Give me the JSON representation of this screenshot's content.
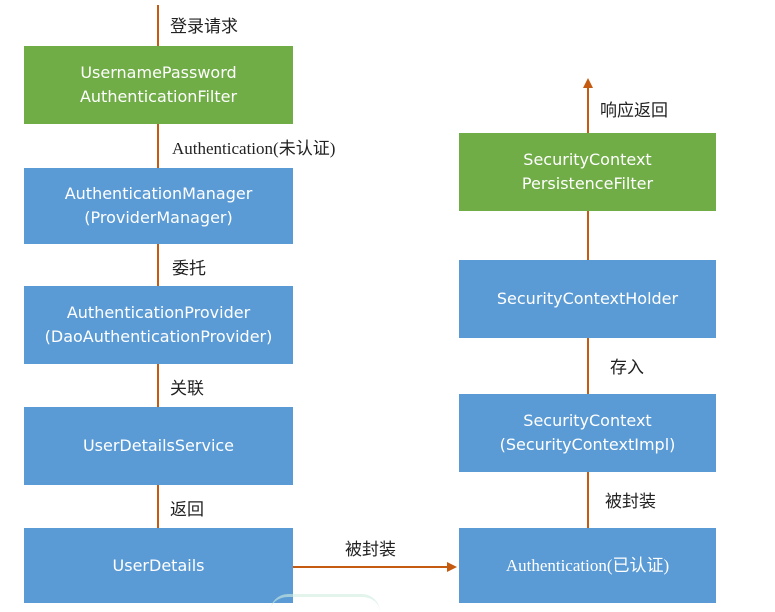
{
  "left_column": {
    "boxes": [
      {
        "lines": [
          "UsernamePassword",
          "AuthenticationFilter"
        ],
        "color": "#70ad47"
      },
      {
        "lines": [
          "AuthenticationManager",
          "(ProviderManager)"
        ],
        "color": "#5b9bd5"
      },
      {
        "lines": [
          "AuthenticationProvider",
          "(DaoAuthenticationProvider)"
        ],
        "color": "#5b9bd5"
      },
      {
        "lines": [
          "UserDetailsService"
        ],
        "color": "#5b9bd5"
      },
      {
        "lines": [
          "UserDetails"
        ],
        "color": "#5b9bd5"
      }
    ],
    "labels": [
      "登录请求",
      "Authentication(未认证)",
      "委托",
      "关联",
      "返回"
    ]
  },
  "right_column": {
    "boxes": [
      {
        "lines": [
          "SecurityContext",
          "PersistenceFilter"
        ],
        "color": "#70ad47"
      },
      {
        "lines": [
          "SecurityContextHolder"
        ],
        "color": "#5b9bd5"
      },
      {
        "lines": [
          "SecurityContext",
          "(SecurityContextImpl)"
        ],
        "color": "#5b9bd5"
      },
      {
        "lines": [
          "Authentication(已认证)"
        ],
        "color": "#5b9bd5"
      }
    ],
    "labels": [
      "响应返回",
      "存入",
      "被封装"
    ]
  },
  "cross_label": "被封装",
  "connector_color": "#c55a11"
}
